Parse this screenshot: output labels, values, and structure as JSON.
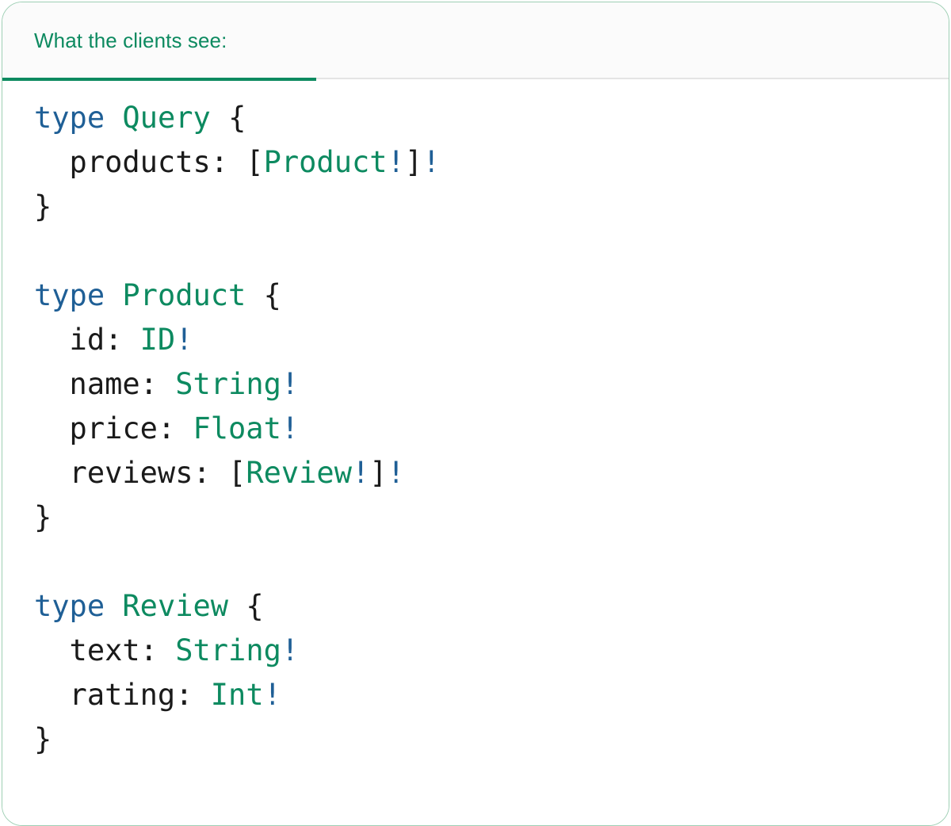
{
  "tabs": {
    "active_index": 0,
    "items": [
      {
        "label": "What the clients see:"
      }
    ]
  },
  "colors": {
    "accent_green": "#0d8a60",
    "keyword_blue": "#1f5f96",
    "text_black": "#1a1a1a",
    "tabbar_bg": "#fbfbfb",
    "divider": "#e4e4e4",
    "card_border": "#9ecfb4",
    "pane_bg": "#ffffff"
  },
  "code": {
    "language": "graphql",
    "lines": [
      {
        "id": "line-1",
        "tokens": [
          {
            "text": "type",
            "kind": "kw"
          },
          {
            "text": " ",
            "kind": "plain"
          },
          {
            "text": "Query",
            "kind": "type"
          },
          {
            "text": " ",
            "kind": "plain"
          },
          {
            "text": "{",
            "kind": "punct"
          }
        ]
      },
      {
        "id": "line-2",
        "tokens": [
          {
            "text": "  products: ",
            "kind": "field"
          },
          {
            "text": "[",
            "kind": "punct"
          },
          {
            "text": "Product",
            "kind": "type"
          },
          {
            "text": "!",
            "kind": "bang"
          },
          {
            "text": "]",
            "kind": "punct"
          },
          {
            "text": "!",
            "kind": "bang"
          }
        ]
      },
      {
        "id": "line-3",
        "tokens": [
          {
            "text": "}",
            "kind": "punct"
          }
        ]
      },
      {
        "id": "line-4",
        "tokens": []
      },
      {
        "id": "line-5",
        "tokens": [
          {
            "text": "type",
            "kind": "kw"
          },
          {
            "text": " ",
            "kind": "plain"
          },
          {
            "text": "Product",
            "kind": "type"
          },
          {
            "text": " ",
            "kind": "plain"
          },
          {
            "text": "{",
            "kind": "punct"
          }
        ]
      },
      {
        "id": "line-6",
        "tokens": [
          {
            "text": "  id: ",
            "kind": "field"
          },
          {
            "text": "ID",
            "kind": "type"
          },
          {
            "text": "!",
            "kind": "bang"
          }
        ]
      },
      {
        "id": "line-7",
        "tokens": [
          {
            "text": "  name: ",
            "kind": "field"
          },
          {
            "text": "String",
            "kind": "type"
          },
          {
            "text": "!",
            "kind": "bang"
          }
        ]
      },
      {
        "id": "line-8",
        "tokens": [
          {
            "text": "  price: ",
            "kind": "field"
          },
          {
            "text": "Float",
            "kind": "type"
          },
          {
            "text": "!",
            "kind": "bang"
          }
        ]
      },
      {
        "id": "line-9",
        "tokens": [
          {
            "text": "  reviews: ",
            "kind": "field"
          },
          {
            "text": "[",
            "kind": "punct"
          },
          {
            "text": "Review",
            "kind": "type"
          },
          {
            "text": "!",
            "kind": "bang"
          },
          {
            "text": "]",
            "kind": "punct"
          },
          {
            "text": "!",
            "kind": "bang"
          }
        ]
      },
      {
        "id": "line-10",
        "tokens": [
          {
            "text": "}",
            "kind": "punct"
          }
        ]
      },
      {
        "id": "line-11",
        "tokens": []
      },
      {
        "id": "line-12",
        "tokens": [
          {
            "text": "type",
            "kind": "kw"
          },
          {
            "text": " ",
            "kind": "plain"
          },
          {
            "text": "Review",
            "kind": "type"
          },
          {
            "text": " ",
            "kind": "plain"
          },
          {
            "text": "{",
            "kind": "punct"
          }
        ]
      },
      {
        "id": "line-13",
        "tokens": [
          {
            "text": "  text: ",
            "kind": "field"
          },
          {
            "text": "String",
            "kind": "type"
          },
          {
            "text": "!",
            "kind": "bang"
          }
        ]
      },
      {
        "id": "line-14",
        "tokens": [
          {
            "text": "  rating: ",
            "kind": "field"
          },
          {
            "text": "Int",
            "kind": "type"
          },
          {
            "text": "!",
            "kind": "bang"
          }
        ]
      },
      {
        "id": "line-15",
        "tokens": [
          {
            "text": "}",
            "kind": "punct"
          }
        ]
      }
    ]
  }
}
